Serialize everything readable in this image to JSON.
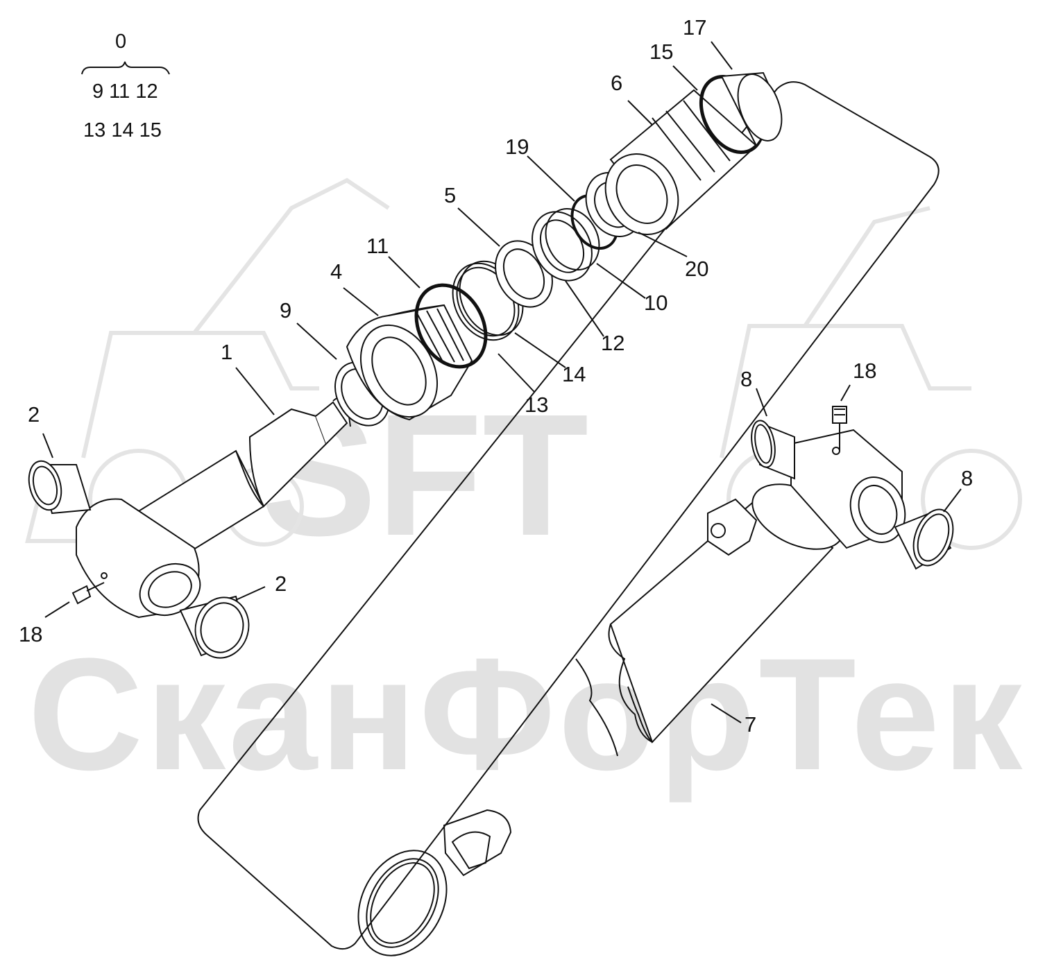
{
  "watermark": {
    "logo": "SFT",
    "company": "СканФорТек"
  },
  "kit": {
    "number": "0",
    "row1": "9 11 12",
    "row2": "13 14 15"
  },
  "callouts": [
    "1",
    "2",
    "2",
    "4",
    "5",
    "6",
    "7",
    "8",
    "8",
    "9",
    "10",
    "11",
    "12",
    "13",
    "14",
    "15",
    "17",
    "18",
    "18",
    "19",
    "20"
  ],
  "colors": {
    "line": "#111111",
    "watermark": "#e2e2e2"
  }
}
